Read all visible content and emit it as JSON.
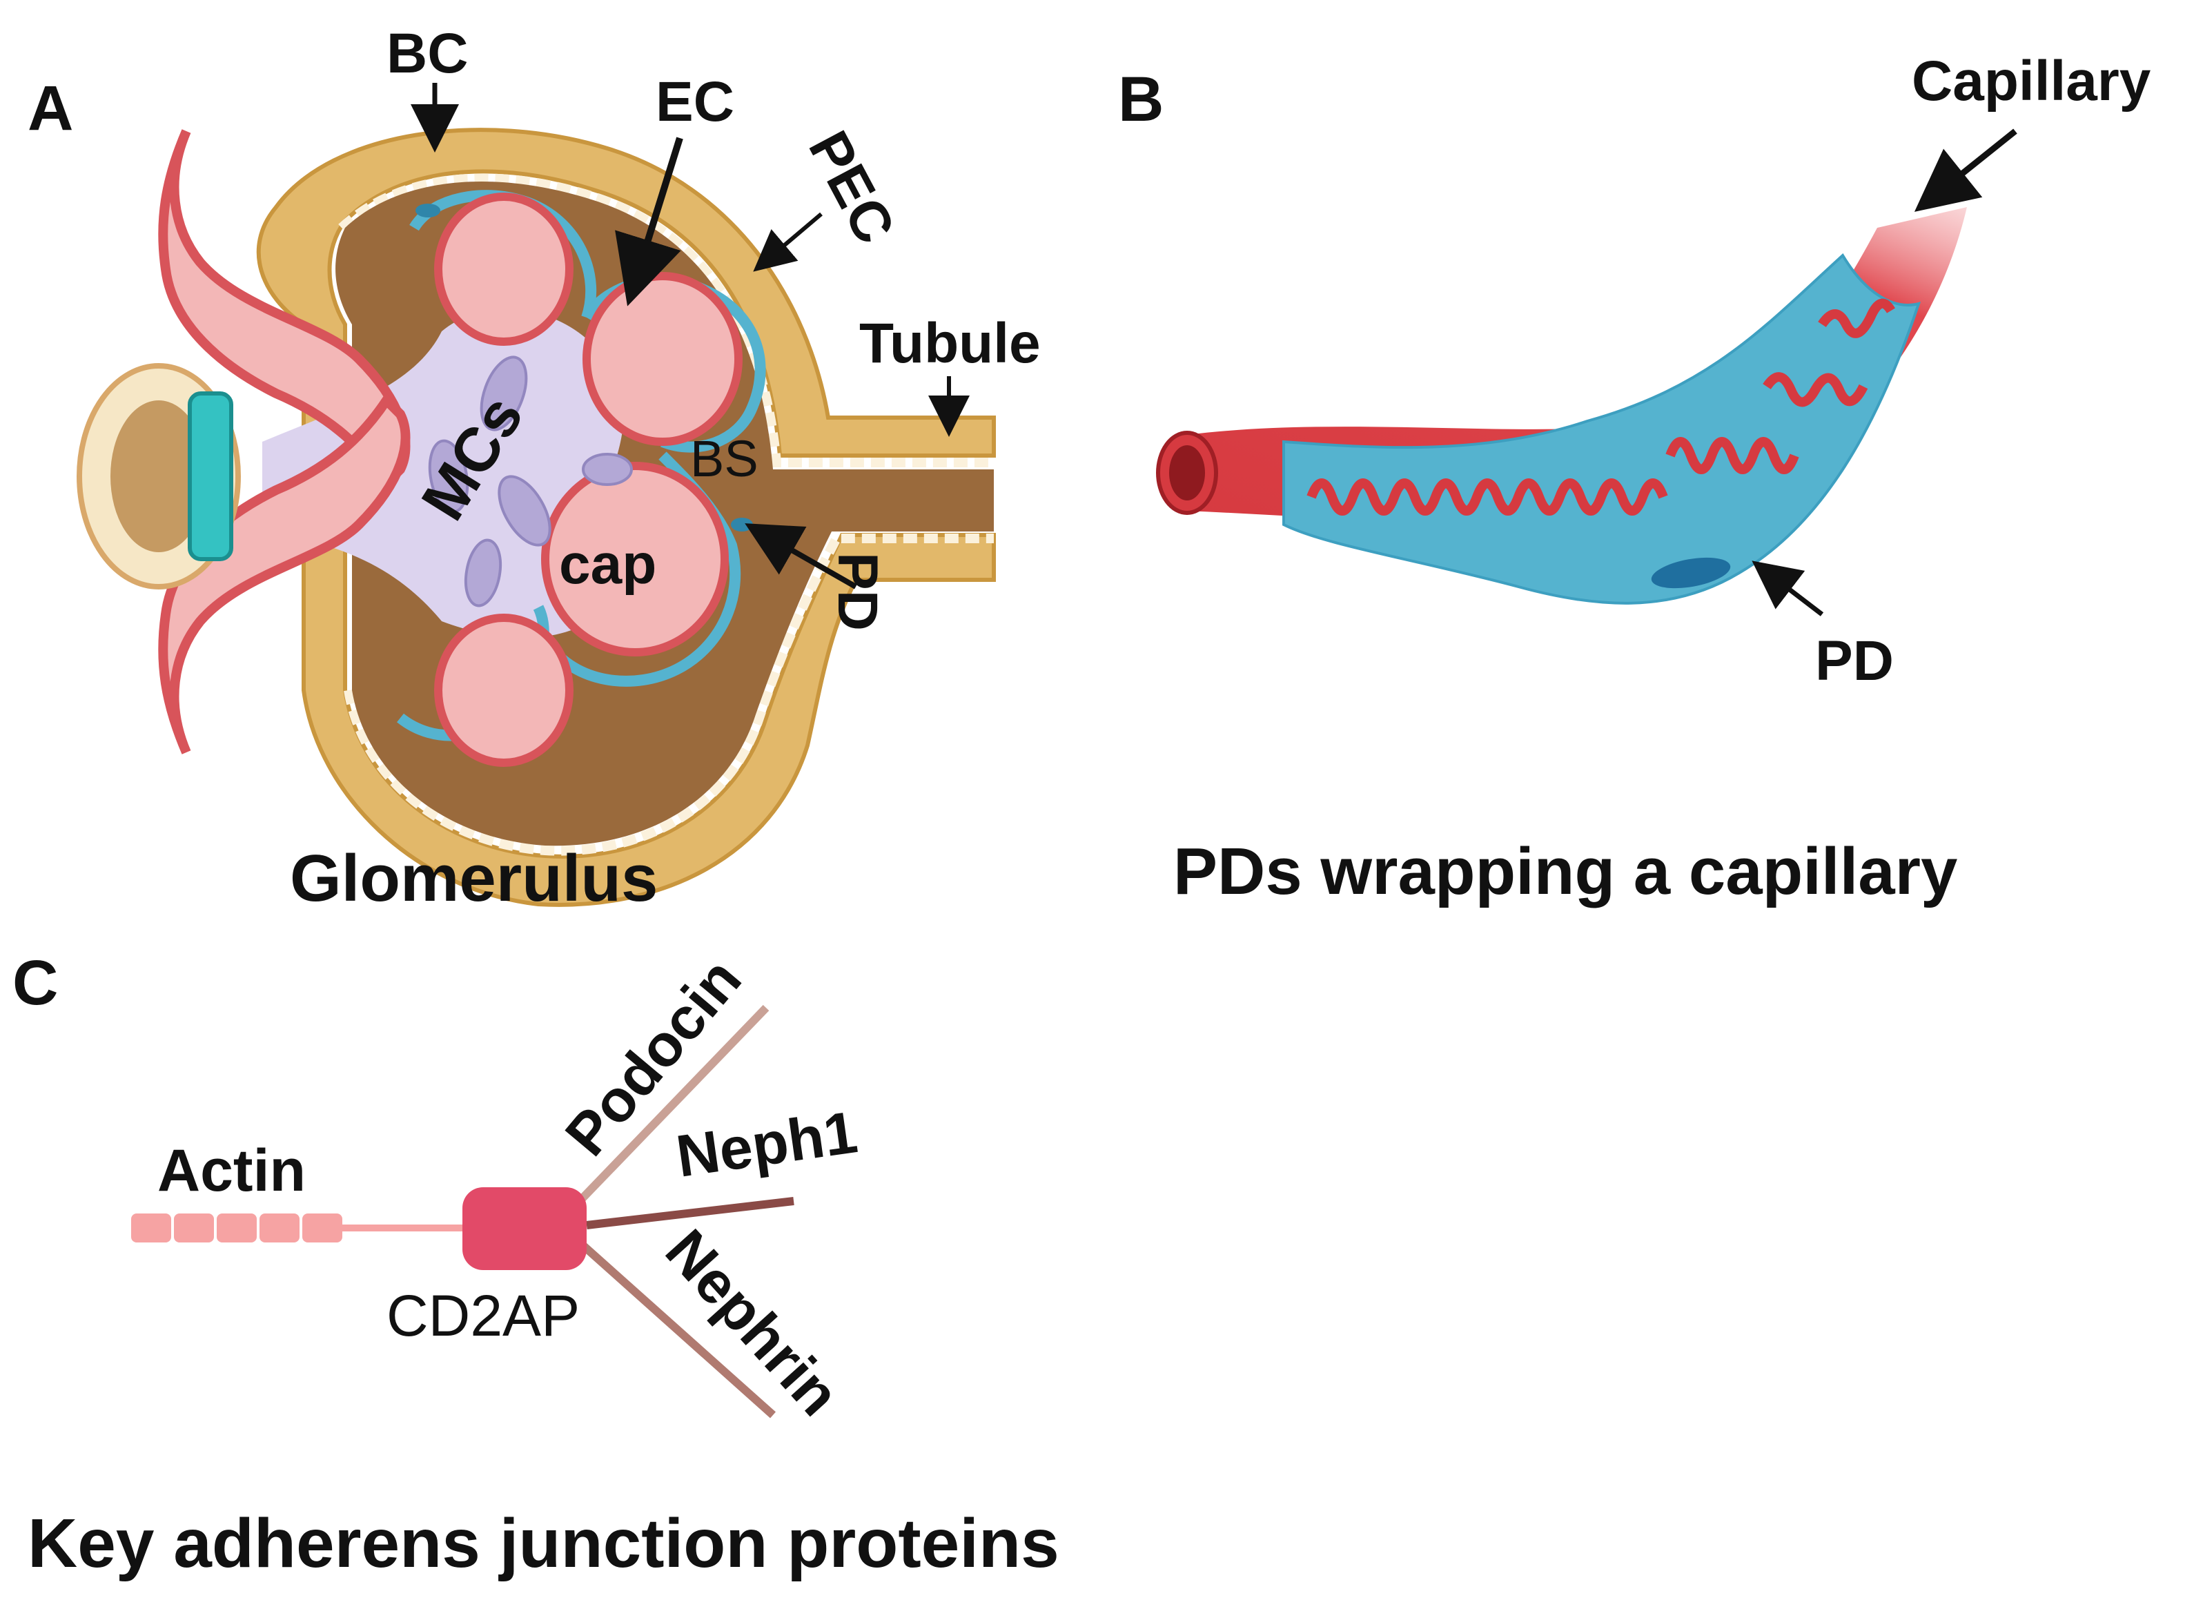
{
  "panel_a": {
    "letter": "A",
    "title": "Glomerulus",
    "labels": {
      "bc": "BC",
      "ec": "EC",
      "pec": "PEC",
      "tubule": "Tubule",
      "mcs": "MCs",
      "bs": "BS",
      "cap": "cap",
      "pd": "PD"
    }
  },
  "panel_b": {
    "letter": "B",
    "title": "PDs wrapping a capillary",
    "labels": {
      "capillary": "Capillary",
      "pd": "PD"
    }
  },
  "panel_c": {
    "letter": "C",
    "title": "Key adherens junction proteins",
    "labels": {
      "actin": "Actin",
      "cd2ap": "CD2AP",
      "podocin": "Podocin",
      "neph1": "Neph1",
      "nephrin": "Nephrin"
    }
  },
  "colors": {
    "capsule": "#e2b86a",
    "capsule_inner": "#f6e7c6",
    "urinary_space": "#9a6a3c",
    "capillary_fill": "#f3b7b7",
    "capillary_wall": "#d8545a",
    "endothelial_nucleus": "#c74a52",
    "podocyte": "#55b3cf",
    "podocyte_dark": "#2f86aa",
    "mesangium": "#dcd3ee",
    "mesangial_cell": "#b3a8d6",
    "vessel_red": "#d63a40",
    "cd2ap": "#e24a68",
    "actin": "#f6a3a3",
    "podocin_line": "#c9a196",
    "neph1_line": "#8a4a46",
    "nephrin_line": "#b07a70"
  }
}
